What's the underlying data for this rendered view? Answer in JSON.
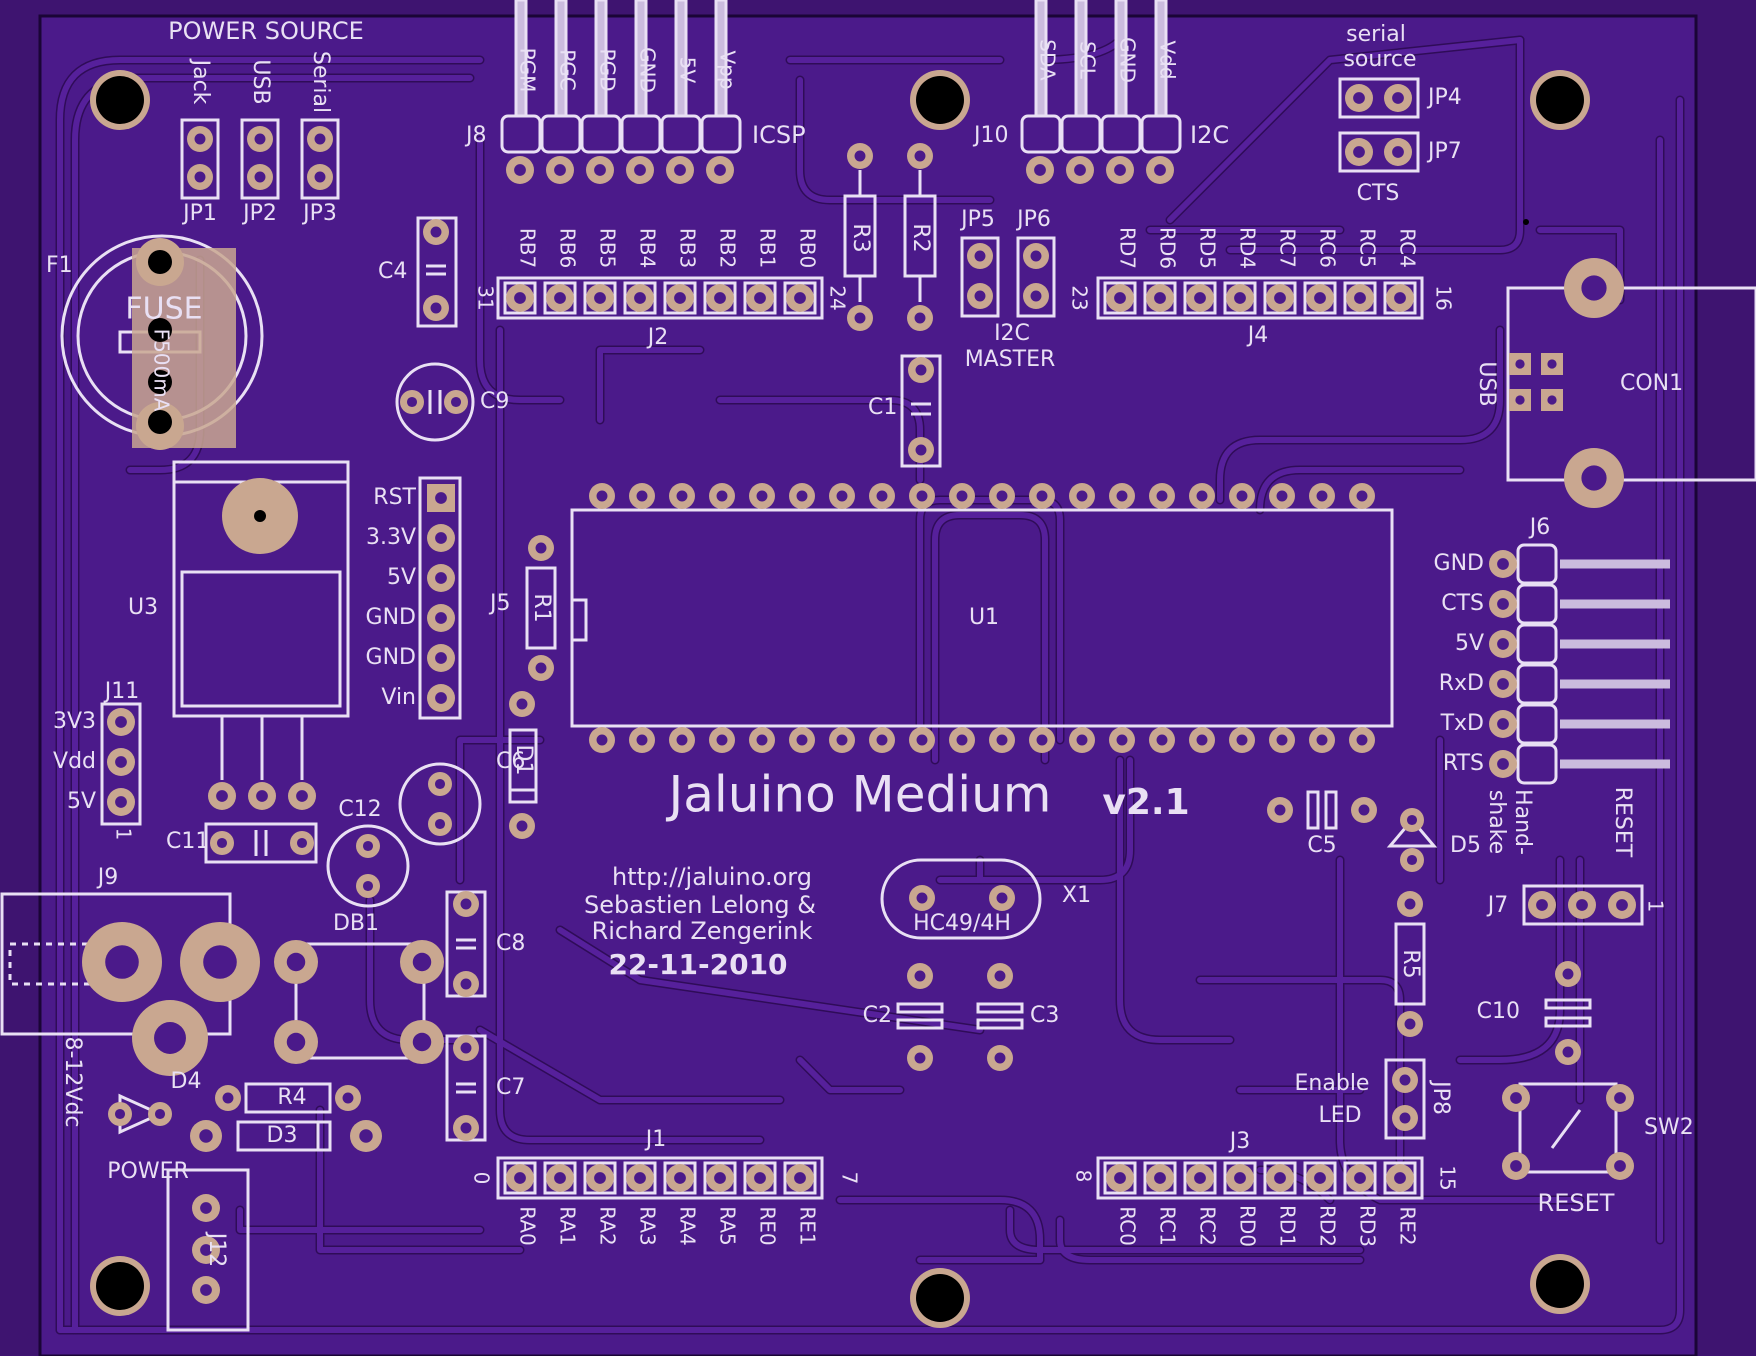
{
  "colors": {
    "substrate": "#3e1470",
    "board": "#4b1a8a",
    "trace": "#56209b",
    "trace_edge": "#2f0c58",
    "silk": "#e9e0f4",
    "pad": "#c9a790",
    "hole": "#000000",
    "outline": "#1a0536"
  },
  "title": {
    "main": "Jaluino Medium",
    "version": "v2.1"
  },
  "credits": {
    "url": "http://jaluino.org",
    "author1": "Sebastien Lelong &",
    "author2": "Richard Zengerink",
    "date": "22-11-2010"
  },
  "power_source": {
    "heading": "POWER SOURCE",
    "jack": "Jack",
    "usb": "USB",
    "serial": "Serial",
    "jp1": "JP1",
    "jp2": "JP2",
    "jp3": "JP3"
  },
  "fuse": {
    "ref": "F1",
    "label": "FUSE",
    "rating": "F500mA"
  },
  "icsp": {
    "ref": "J8",
    "name": "ICSP",
    "pins": [
      "PGM",
      "PGC",
      "PGD",
      "GND",
      "5V",
      "Vpp"
    ]
  },
  "i2c": {
    "ref": "J10",
    "name": "I2C",
    "pins": [
      "SDA",
      "SCL",
      "GND",
      "Vdd"
    ]
  },
  "serial_source": {
    "line1": "serial",
    "line2": "source",
    "jp4": "JP4",
    "jp7": "JP7",
    "cts": "CTS"
  },
  "j2": {
    "ref": "J2",
    "left": "31",
    "right": "24",
    "pins": [
      "RB7",
      "RB6",
      "RB5",
      "RB4",
      "RB3",
      "RB2",
      "RB1",
      "RB0"
    ]
  },
  "j4": {
    "ref": "J4",
    "left": "23",
    "right": "16",
    "pins": [
      "RD7",
      "RD6",
      "RD5",
      "RD4",
      "RC7",
      "RC6",
      "RC5",
      "RC4"
    ]
  },
  "j1": {
    "ref": "J1",
    "left": "0",
    "right": "7",
    "pins": [
      "RA0",
      "RA1",
      "RA2",
      "RA3",
      "RA4",
      "RA5",
      "RE0",
      "RE1"
    ]
  },
  "j3": {
    "ref": "J3",
    "left": "8",
    "right": "15",
    "pins": [
      "RC0",
      "RC1",
      "RC2",
      "RD0",
      "RD1",
      "RD2",
      "RD3",
      "RE2"
    ]
  },
  "resistors": {
    "r1": "R1",
    "r2": "R2",
    "r3": "R3",
    "r4": "R4",
    "r5": "R5"
  },
  "caps": {
    "c1": "C1",
    "c2": "C2",
    "c3": "C3",
    "c4": "C4",
    "c5": "C5",
    "c6": "C6",
    "c7": "C7",
    "c8": "C8",
    "c9": "C9",
    "c10": "C10",
    "c11": "C11",
    "c12": "C12"
  },
  "i2c_master": {
    "jp5": "JP5",
    "jp6": "JP6",
    "line1": "I2C",
    "line2": "MASTER"
  },
  "usb": {
    "ref": "CON1",
    "label": "USB"
  },
  "j5": {
    "ref": "J5",
    "pins": [
      "RST",
      "3.3V",
      "5V",
      "GND",
      "GND",
      "Vin"
    ]
  },
  "j6": {
    "ref": "J6",
    "pins": [
      "GND",
      "CTS",
      "5V",
      "RxD",
      "TxD",
      "RTS"
    ]
  },
  "j11": {
    "ref": "J11",
    "pins": [
      "3V3",
      "Vdd",
      "5V"
    ],
    "pin1": "1"
  },
  "u1": "U1",
  "u3": "U3",
  "d1": "D1",
  "d3": "D3",
  "d4": "D4",
  "d5": "D5",
  "db1": "DB1",
  "j9": {
    "ref": "J9",
    "voltage": "8-12Vdc",
    "power": "POWER"
  },
  "j12": "J12",
  "crystal": {
    "ref": "X1",
    "package": "HC49/4H"
  },
  "j7": {
    "ref": "J7",
    "handshake1": "Hand-",
    "handshake2": "shake",
    "reset": "RESET",
    "pin1": "1"
  },
  "jp8": {
    "ref": "JP8",
    "line1": "Enable",
    "line2": "LED"
  },
  "sw2": {
    "ref": "SW2",
    "label": "RESET"
  }
}
